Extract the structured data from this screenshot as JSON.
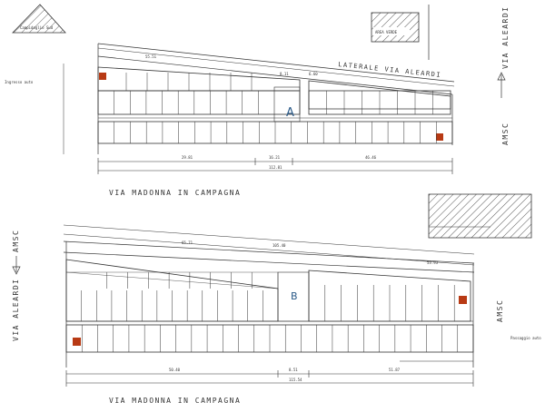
{
  "top_plan": {
    "street_label": "VIA MADONNA IN CAMPAGNA",
    "lateral_label": "LATERALE VIA ALEARDI",
    "sector_tag": "A",
    "dims_bottom": [
      "29.81",
      "16.21",
      "46.46"
    ],
    "total_bottom": "112.81",
    "dims_top": [
      "55.51",
      "8.11",
      "6.60"
    ],
    "area_label": "AREA VERDE"
  },
  "bottom_plan": {
    "street_label": "VIA MADONNA IN CAMPAGNA",
    "sector_tag": "B",
    "dims_bottom": [
      "50.40",
      "8.51",
      "51.87"
    ],
    "total_bottom": "115.54",
    "dims_top": [
      "65.71",
      "105.40",
      "53.93"
    ]
  },
  "side_labels": {
    "via_aleardi_right": "VIA ALEARDI",
    "via_aleardi_left": "VIA ALEARDI",
    "amsc_right": "AMSC",
    "amsc_right_lower": "AMSC",
    "amsc_left": "AMSC"
  },
  "annotations": {
    "corner_note": "Campidoglio Sud",
    "left_note": "Ingresso auto",
    "right_note": "Passaggio auto"
  },
  "colors": {
    "ink": "#333333",
    "marker": "#b83a14",
    "sector_tag": "#2a5a88"
  }
}
